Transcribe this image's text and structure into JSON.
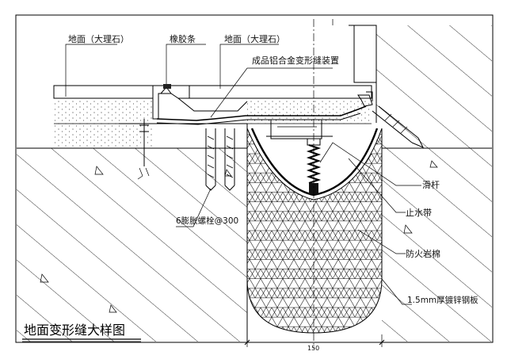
{
  "drawing": {
    "title": "地面变形缝大样图",
    "labels": {
      "floor_left": "地面（大理石）",
      "rubber_strip": "橡胶条",
      "floor_right": "地面（大理石）",
      "aluminum_device": "成品铝合金变形缝装置",
      "slide_bar": "滑杆",
      "waterstop": "止水带",
      "fire_wool": "防火岩棉",
      "steel_plate": "1.5mm厚镀锌钢板",
      "expansion_bolt": "6膨胀螺栓@300"
    },
    "dimension": "150"
  }
}
